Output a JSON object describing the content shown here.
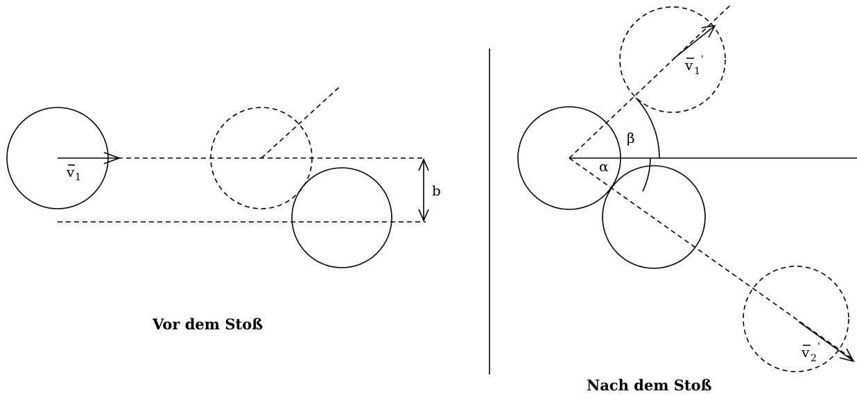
{
  "left_panel": {
    "velocity_label": "v",
    "velocity_subscript": "1",
    "impact_parameter_label": "b",
    "caption": "Vor dem Stoß"
  },
  "right_panel": {
    "v1_prime_label": "v",
    "v1_prime_subscript": "1",
    "v1_prime_mark": "'",
    "v2_prime_label": "v",
    "v2_prime_subscript": "2",
    "v2_prime_mark": "'",
    "angle_beta_label": "β",
    "angle_alpha_label": "α",
    "caption": "Nach dem Stoß"
  }
}
